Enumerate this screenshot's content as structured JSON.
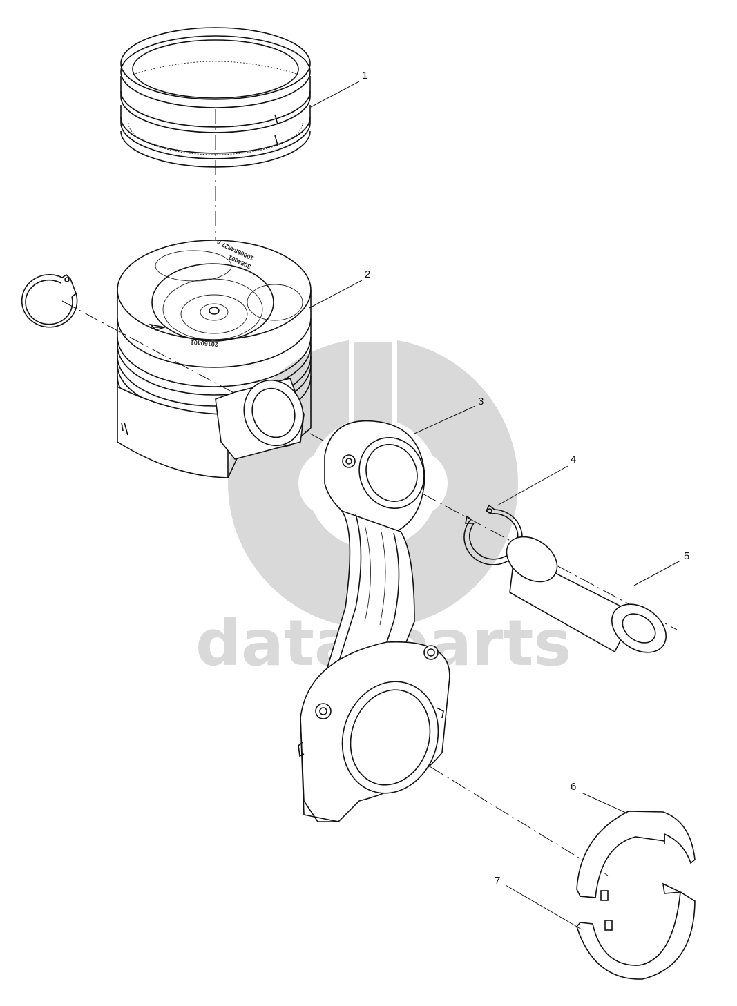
{
  "watermark": {
    "text": "data-parts",
    "color": "#d9d9d9"
  },
  "piston_markings": {
    "line1": "1000884827 A",
    "line2": "3084001",
    "line3": "20160401"
  },
  "callouts": [
    {
      "id": "1",
      "label": "1"
    },
    {
      "id": "2",
      "label": "2"
    },
    {
      "id": "3",
      "label": "3"
    },
    {
      "id": "4",
      "label": "4"
    },
    {
      "id": "5",
      "label": "5"
    },
    {
      "id": "6",
      "label": "6"
    },
    {
      "id": "7",
      "label": "7"
    }
  ],
  "colors": {
    "line": "#111111",
    "background": "#ffffff"
  }
}
